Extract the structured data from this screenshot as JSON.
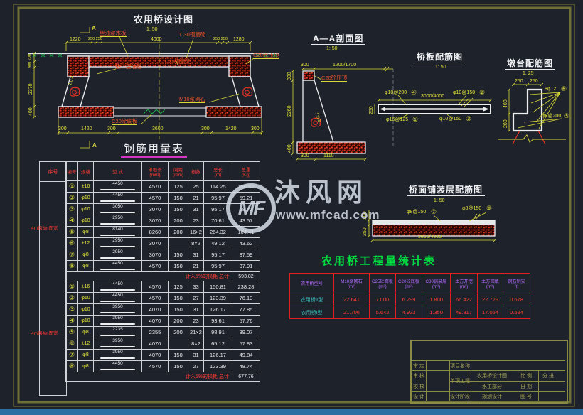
{
  "watermark": {
    "logo": "MF",
    "name": "沐风网",
    "url": "www.mfcad.com"
  },
  "drawings": {
    "elevation": {
      "title": "农用桥设计图",
      "scale": "1: 50",
      "section_mark": "A",
      "labels": {
        "wood": "垫油浸木板",
        "c30": "C30钢筋砼",
        "cap": "C20砼压顶",
        "felt": "垫二层油毡",
        "c25": "C25钢筋砼",
        "masonry": "M10浆砌石",
        "base": "C20砼底板",
        "slope": "1:0.4"
      },
      "dims": {
        "top": [
          "1220",
          "250 250",
          "4000",
          "250 250",
          "1280"
        ],
        "bottom": [
          "300",
          "1420",
          "300",
          "3600",
          "300",
          "1420",
          "300"
        ],
        "left": [
          "400 200",
          "2370",
          "400"
        ]
      }
    },
    "section_aa": {
      "title": "A—A剖面图",
      "scale": "1: 50",
      "labels": {
        "cap": "C20砼压顶",
        "slope": "1:0.3"
      },
      "dims": {
        "cap_width": "300",
        "top_span": "1200/1700",
        "left": [
          "300",
          "2260",
          "400"
        ],
        "bottom": [
          "300",
          "1110"
        ]
      }
    },
    "deck_rebar": {
      "title": "桥板配筋图",
      "scale": "1: 50",
      "span": "3000/4000",
      "height": "250",
      "bars": {
        "top_left": "φ10@200",
        "top_left_no": "④",
        "top_right": "φ10@150",
        "top_right_no": "②",
        "bottom_left": "φ16@125",
        "bottom_left_no": "①",
        "bottom_mid": "φ10@150",
        "bottom_mid_no": "③"
      }
    },
    "abutment_rebar": {
      "title": "墩台配筋图",
      "scale": "1: 25",
      "dims": {
        "top": [
          "250",
          "250"
        ],
        "left": [
          "400",
          "200"
        ]
      },
      "bars": {
        "b1": "8φ12",
        "b1_no": "⑥",
        "b2": "φ8@200",
        "b2_no": "⑤"
      }
    },
    "pavement_rebar": {
      "title": "桥面铺装层配筋图",
      "scale": "1: 50",
      "span": "3800/4000",
      "dims": {
        "left": [
          "100",
          "250"
        ]
      },
      "bars": {
        "b1": "φ8@150",
        "b1_no": "⑦",
        "b2": "φ8@150",
        "b2_no": "⑧"
      }
    }
  },
  "steel_table": {
    "title": "钢筋用量表",
    "seq_header": "序号",
    "headers": [
      "编号",
      "规格",
      "型 式",
      "单根长\n(mm)",
      "间距\n(mm)",
      "根数",
      "总长\n(m)",
      "总重\n(Kg)"
    ],
    "groups": [
      {
        "label": "4m跨3m面宽",
        "rows": [
          [
            "①",
            "±16",
            "4450",
            "4570",
            "125",
            "25",
            "114.25",
            "180.52"
          ],
          [
            "②",
            "φ10",
            "4450",
            "4570",
            "150",
            "21",
            "95.97",
            "59.21"
          ],
          [
            "③",
            "φ10",
            "3050",
            "3070",
            "150",
            "31",
            "95.17",
            "58.72"
          ],
          [
            "④",
            "φ10",
            "2950",
            "3070",
            "200",
            "23",
            "70.61",
            "43.57"
          ],
          [
            "⑤",
            "φ8",
            "8140",
            "8260",
            "200",
            "16×2",
            "264.32",
            "104.41"
          ],
          [
            "⑥",
            "±12",
            "2950",
            "3070",
            "",
            "8×2",
            "49.12",
            "43.62"
          ],
          [
            "⑦",
            "φ8",
            "2950",
            "3070",
            "150",
            "31",
            "95.17",
            "37.59"
          ],
          [
            "⑧",
            "φ8",
            "4450",
            "4570",
            "150",
            "21",
            "95.97",
            "37.91"
          ]
        ],
        "summary_label": "计入5%的损耗  总计",
        "summary_value": "593.82"
      },
      {
        "label": "4m跨4m面宽",
        "rows": [
          [
            "①",
            "±16",
            "4450",
            "4570",
            "125",
            "33",
            "150.81",
            "238.28"
          ],
          [
            "②",
            "φ10",
            "4450",
            "4570",
            "150",
            "27",
            "123.39",
            "76.13"
          ],
          [
            "③",
            "φ10",
            "3950",
            "4070",
            "150",
            "31",
            "126.17",
            "77.85"
          ],
          [
            "④",
            "φ10",
            "3950",
            "4070",
            "200",
            "23",
            "93.61",
            "57.76"
          ],
          [
            "⑤",
            "φ8",
            "2235",
            "2355",
            "200",
            "21×2",
            "98.91",
            "39.07"
          ],
          [
            "⑥",
            "±12",
            "3950",
            "4070",
            "",
            "8×2",
            "65.12",
            "57.83"
          ],
          [
            "⑦",
            "φ8",
            "3950",
            "4070",
            "150",
            "31",
            "126.17",
            "49.84"
          ],
          [
            "⑧",
            "φ8",
            "4450",
            "4570",
            "150",
            "27",
            "123.39",
            "48.74"
          ]
        ],
        "summary_label": "计入5%的损耗  总计",
        "summary_value": "677.76"
      }
    ]
  },
  "stats_table": {
    "title": "农用桥工程量统计表",
    "headers": [
      "农用桥型号",
      "M10浆砌石\n(m³)",
      "C25砼面板\n(m³)",
      "C20砼底板\n(m³)",
      "C30铺装层\n(m³)",
      "土方开挖\n(m³)",
      "土方回填\n(m³)",
      "钢筋制安\n(t)"
    ],
    "rows": [
      [
        "农用桥Ⅱ型",
        "22.641",
        "7.000",
        "6.299",
        "1.800",
        "66.422",
        "22.729",
        "0.678"
      ],
      [
        "农用桥Ⅰ型",
        "21.706",
        "5.642",
        "4.923",
        "1.350",
        "49.817",
        "17.054",
        "0.594"
      ]
    ]
  },
  "title_block": {
    "approve": "审 定",
    "review": "审 核",
    "check": "校 核",
    "design": "设 计",
    "project_label": "项目名称",
    "single_label": "单项工程",
    "stage_label": "设计阶段",
    "drawing_name": "农用桥设计图",
    "part": "水工部分",
    "stage": "规划设计",
    "scale_label": "比 例",
    "scale_value": "分 进",
    "date_label": "日 期",
    "no_label": "图 号"
  }
}
